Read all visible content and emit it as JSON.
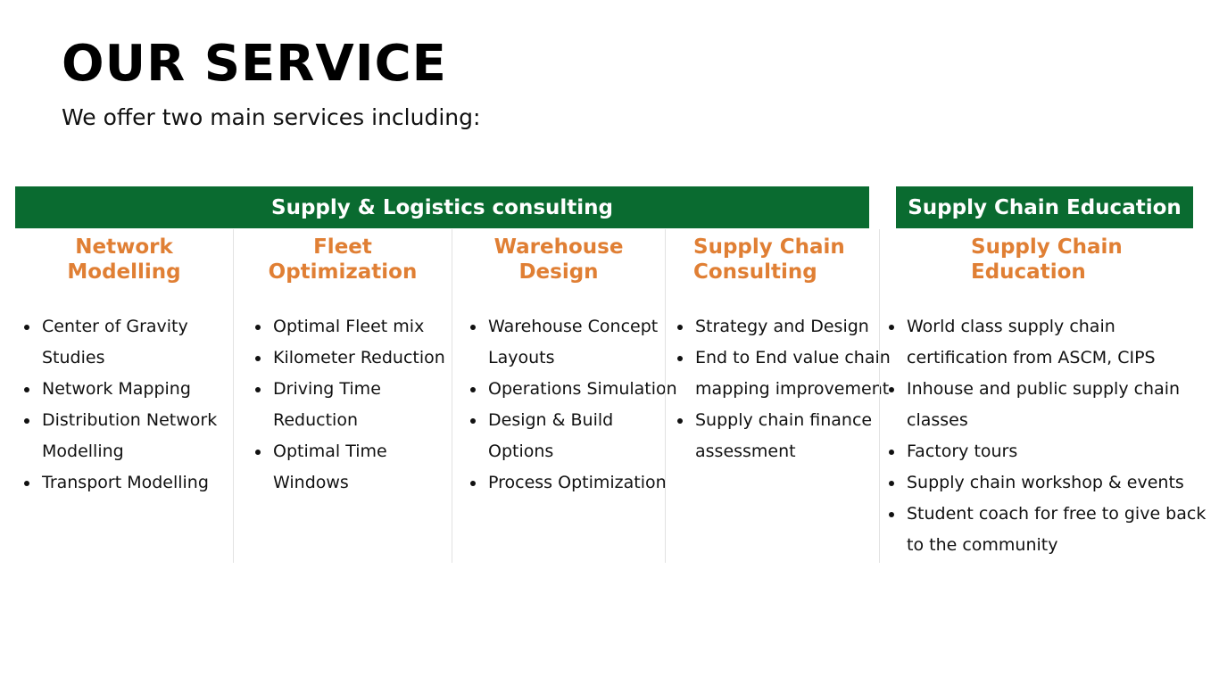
{
  "header": {
    "title": "OUR SERVICE",
    "subtitle": "We offer two main services including:"
  },
  "banners": {
    "consulting": "Supply & Logistics consulting",
    "education": "Supply Chain Education"
  },
  "colors": {
    "banner_green": "#0a6b30",
    "heading_orange": "#e07f34"
  },
  "columns": [
    {
      "heading": "Network\nModelling",
      "items": [
        "Center of Gravity Studies",
        "Network Mapping",
        "Distribution Network Modelling",
        "Transport Modelling"
      ]
    },
    {
      "heading": "Fleet\nOptimization",
      "items": [
        "Optimal Fleet mix",
        "Kilometer Reduction",
        "Driving Time Reduction",
        "Optimal Time Windows"
      ]
    },
    {
      "heading": "Warehouse\nDesign",
      "items": [
        "Warehouse Concept Layouts",
        "Operations Simulation",
        "Design & Build Options",
        "Process Optimization"
      ]
    },
    {
      "heading": "Supply Chain\nConsulting",
      "items": [
        "Strategy and Design",
        "End to End value chain mapping improvement",
        "Supply chain finance assessment"
      ]
    },
    {
      "heading": "Supply Chain\nEducation",
      "items": [
        "World class supply chain certification from ASCM, CIPS",
        "Inhouse and public supply chain classes",
        "Factory tours",
        "Supply chain workshop & events",
        "Student coach for free to give back to the community"
      ]
    }
  ]
}
